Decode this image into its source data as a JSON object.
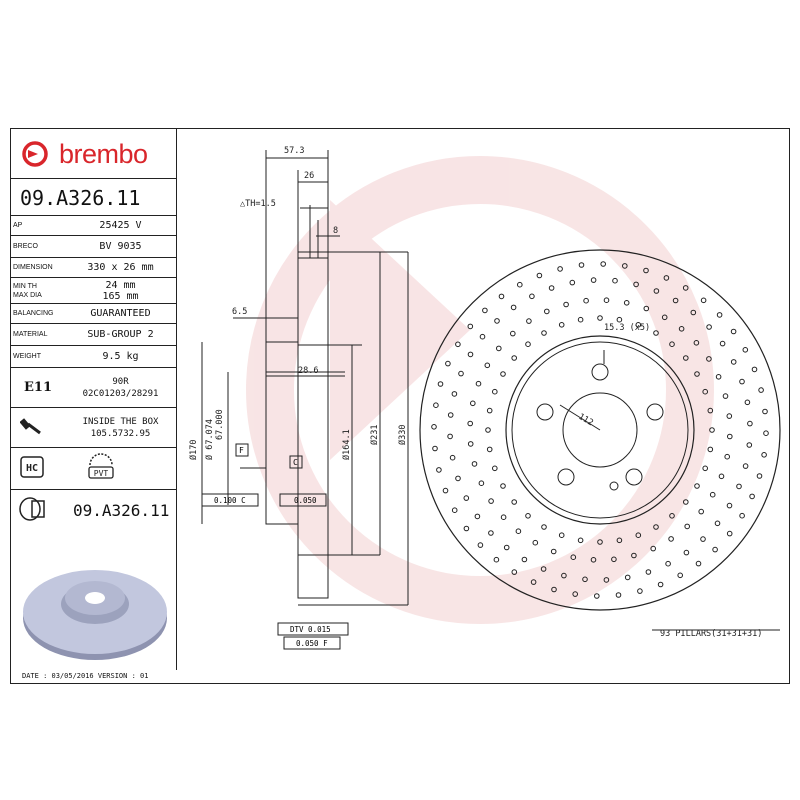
{
  "colors": {
    "brand": "#d9262b",
    "watermark": "#f6dede",
    "line": "#222222"
  },
  "brand": {
    "name": "brembo"
  },
  "part_number": "09.A326.11",
  "specs": [
    {
      "key": "AP",
      "value": "25425 V"
    },
    {
      "key": "BRECO",
      "value": "BV 9035"
    },
    {
      "key": "DIMENSION",
      "value": "330 x 26 mm"
    },
    {
      "key": "MIN TH\nMAX DIA",
      "value": "24 mm\n165 mm"
    },
    {
      "key": "BALANCING",
      "value": "GUARANTEED"
    },
    {
      "key": "MATERIAL",
      "value": "SUB-GROUP 2"
    },
    {
      "key": "WEIGHT",
      "value": "9.5 kg"
    }
  ],
  "approval": {
    "label": "E11",
    "line1": "90R",
    "line2": "02C01203/28291"
  },
  "inside_box": {
    "line1": "INSIDE THE BOX",
    "line2": "105.5732.95"
  },
  "badges": {
    "hc": "HC",
    "pvt": "PVT"
  },
  "bottom_code": "09.A326.11",
  "footer": {
    "date_text": "DATE : 03/05/2016 VERSION : 01"
  },
  "dimensions": {
    "d57": "57.3",
    "d26": "26",
    "th": "△TH=1.5",
    "d8": "8",
    "d65": "6.5",
    "d286": "28.6",
    "d170": "Ø170",
    "d67a": "Ø 67.074",
    "d67b": "67.000",
    "d164": "Ø164.1",
    "d231": "Ø231",
    "d330": "Ø330",
    "flat": "0.100 C",
    "flat2": "0.050",
    "dtv": "DTV 0.015",
    "rout": "0.050 F",
    "label_f": "F",
    "label_c": "C",
    "holes": "15.3 (x5)",
    "pcd": "112",
    "pillars": "93 PILLARS(31+31+31)"
  }
}
